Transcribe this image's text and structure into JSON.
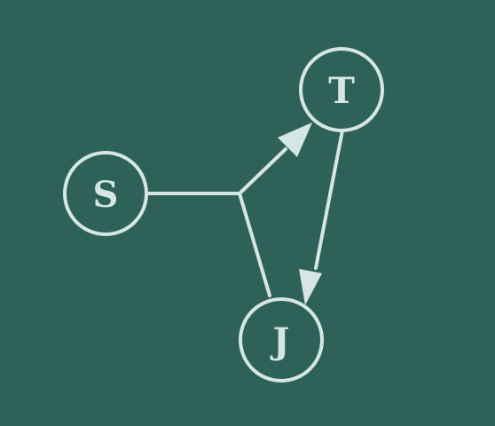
{
  "colors": {
    "background": "#2e6158",
    "stroke": "#d6e6e6"
  },
  "nodes": [
    {
      "id": "S",
      "label": "S"
    },
    {
      "id": "T",
      "label": "T"
    },
    {
      "id": "J",
      "label": "J"
    }
  ],
  "edges": [
    {
      "from": "S",
      "to": "T",
      "type": "arrow",
      "via": "junction"
    },
    {
      "from": "J",
      "to": "T",
      "type": "line",
      "via": "junction"
    },
    {
      "from": "T",
      "to": "J",
      "type": "arrow",
      "via": "direct"
    }
  ]
}
